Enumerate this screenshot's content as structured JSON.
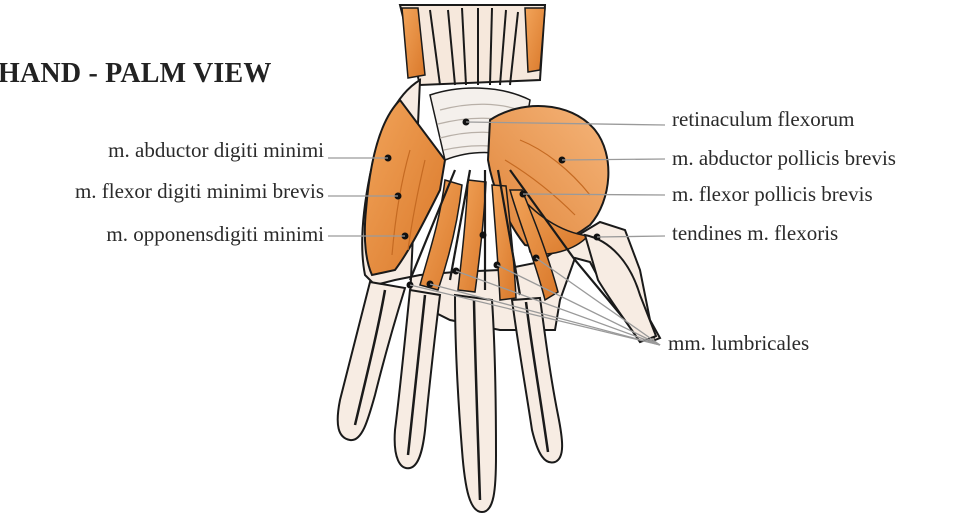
{
  "title": "HAND - PALM VIEW",
  "labels": {
    "abductor_digiti_minimi": "m. abductor digiti minimi",
    "flexor_digiti_minimi_brevis": "m. flexor digiti minimi brevis",
    "opponens_digiti_minimi": "m. opponensdigiti minimi",
    "retinaculum_flexorum": "retinaculum flexorum",
    "abductor_pollicis_brevis": "m. abductor pollicis brevis",
    "flexor_pollicis_brevis": "m. flexor pollicis brevis",
    "tendines_m_flexoris": "tendines m. flexoris",
    "mm_lumbricales": "mm. lumbricales"
  },
  "colors": {
    "muscle": "#e8903f",
    "muscle_light": "#f3b27a",
    "tendon": "#ffffff",
    "outline": "#1a1a1a",
    "leader": "#9a9a9a"
  }
}
